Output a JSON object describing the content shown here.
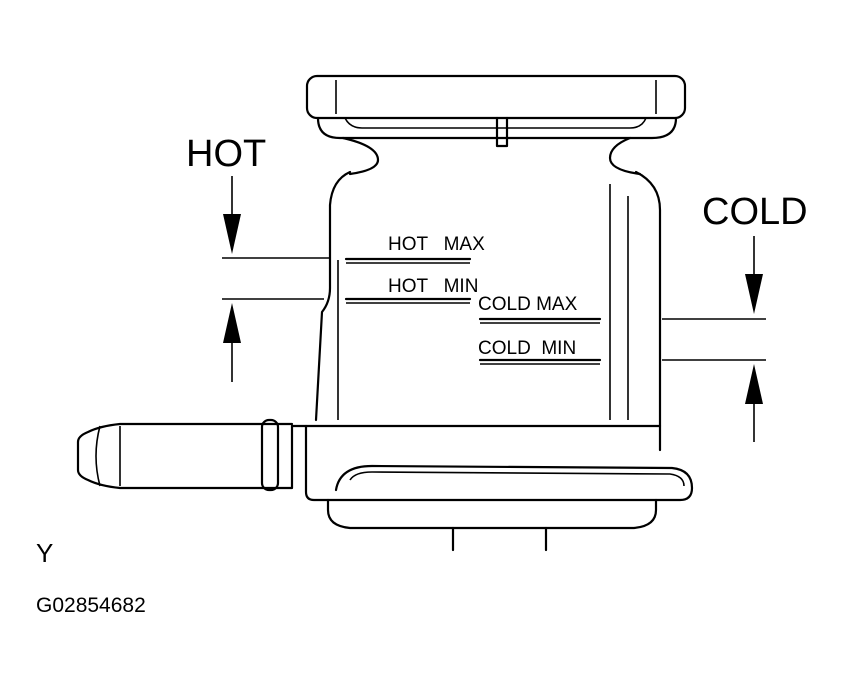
{
  "labels": {
    "hot": "HOT",
    "cold": "COLD",
    "hot_max": "HOT   MAX",
    "hot_min": "HOT   MIN",
    "cold_max": "COLD MAX",
    "cold_min": "COLD  MIN",
    "view_letter": "Y",
    "figure_code": "G02854682"
  },
  "colors": {
    "line": "#000000",
    "background": "#ffffff"
  }
}
